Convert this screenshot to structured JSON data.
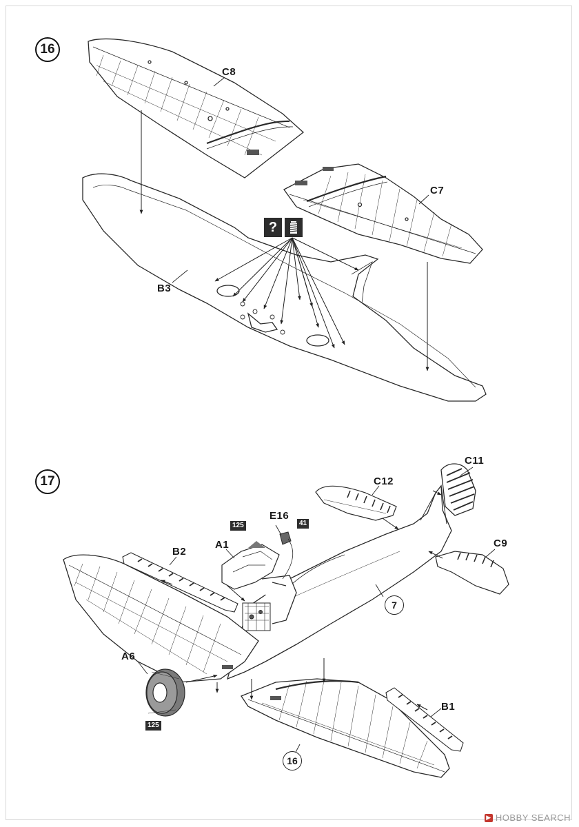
{
  "steps": [
    {
      "number": "16"
    },
    {
      "number": "17"
    }
  ],
  "step16": {
    "labels": {
      "c8": "C8",
      "c7": "C7",
      "b3": "B3"
    },
    "icons": {
      "question_glyph": "?",
      "cement_glyph": ""
    }
  },
  "step17": {
    "labels": {
      "c11": "C11",
      "c12": "C12",
      "c9": "C9",
      "e16": "E16",
      "b2": "B2",
      "a1": "A1",
      "a6": "A6",
      "b1": "B1"
    },
    "color_refs": {
      "cowl": "125",
      "e16": "41",
      "a6": "125"
    },
    "subassembly_refs": {
      "fuselage": "7",
      "wing": "16"
    }
  },
  "watermark": {
    "text": "HOBBY SEARCH",
    "icon": "hobby-search-logo-icon"
  },
  "colors": {
    "line": "#2a2a2a",
    "chip": "#2d2d2d"
  }
}
